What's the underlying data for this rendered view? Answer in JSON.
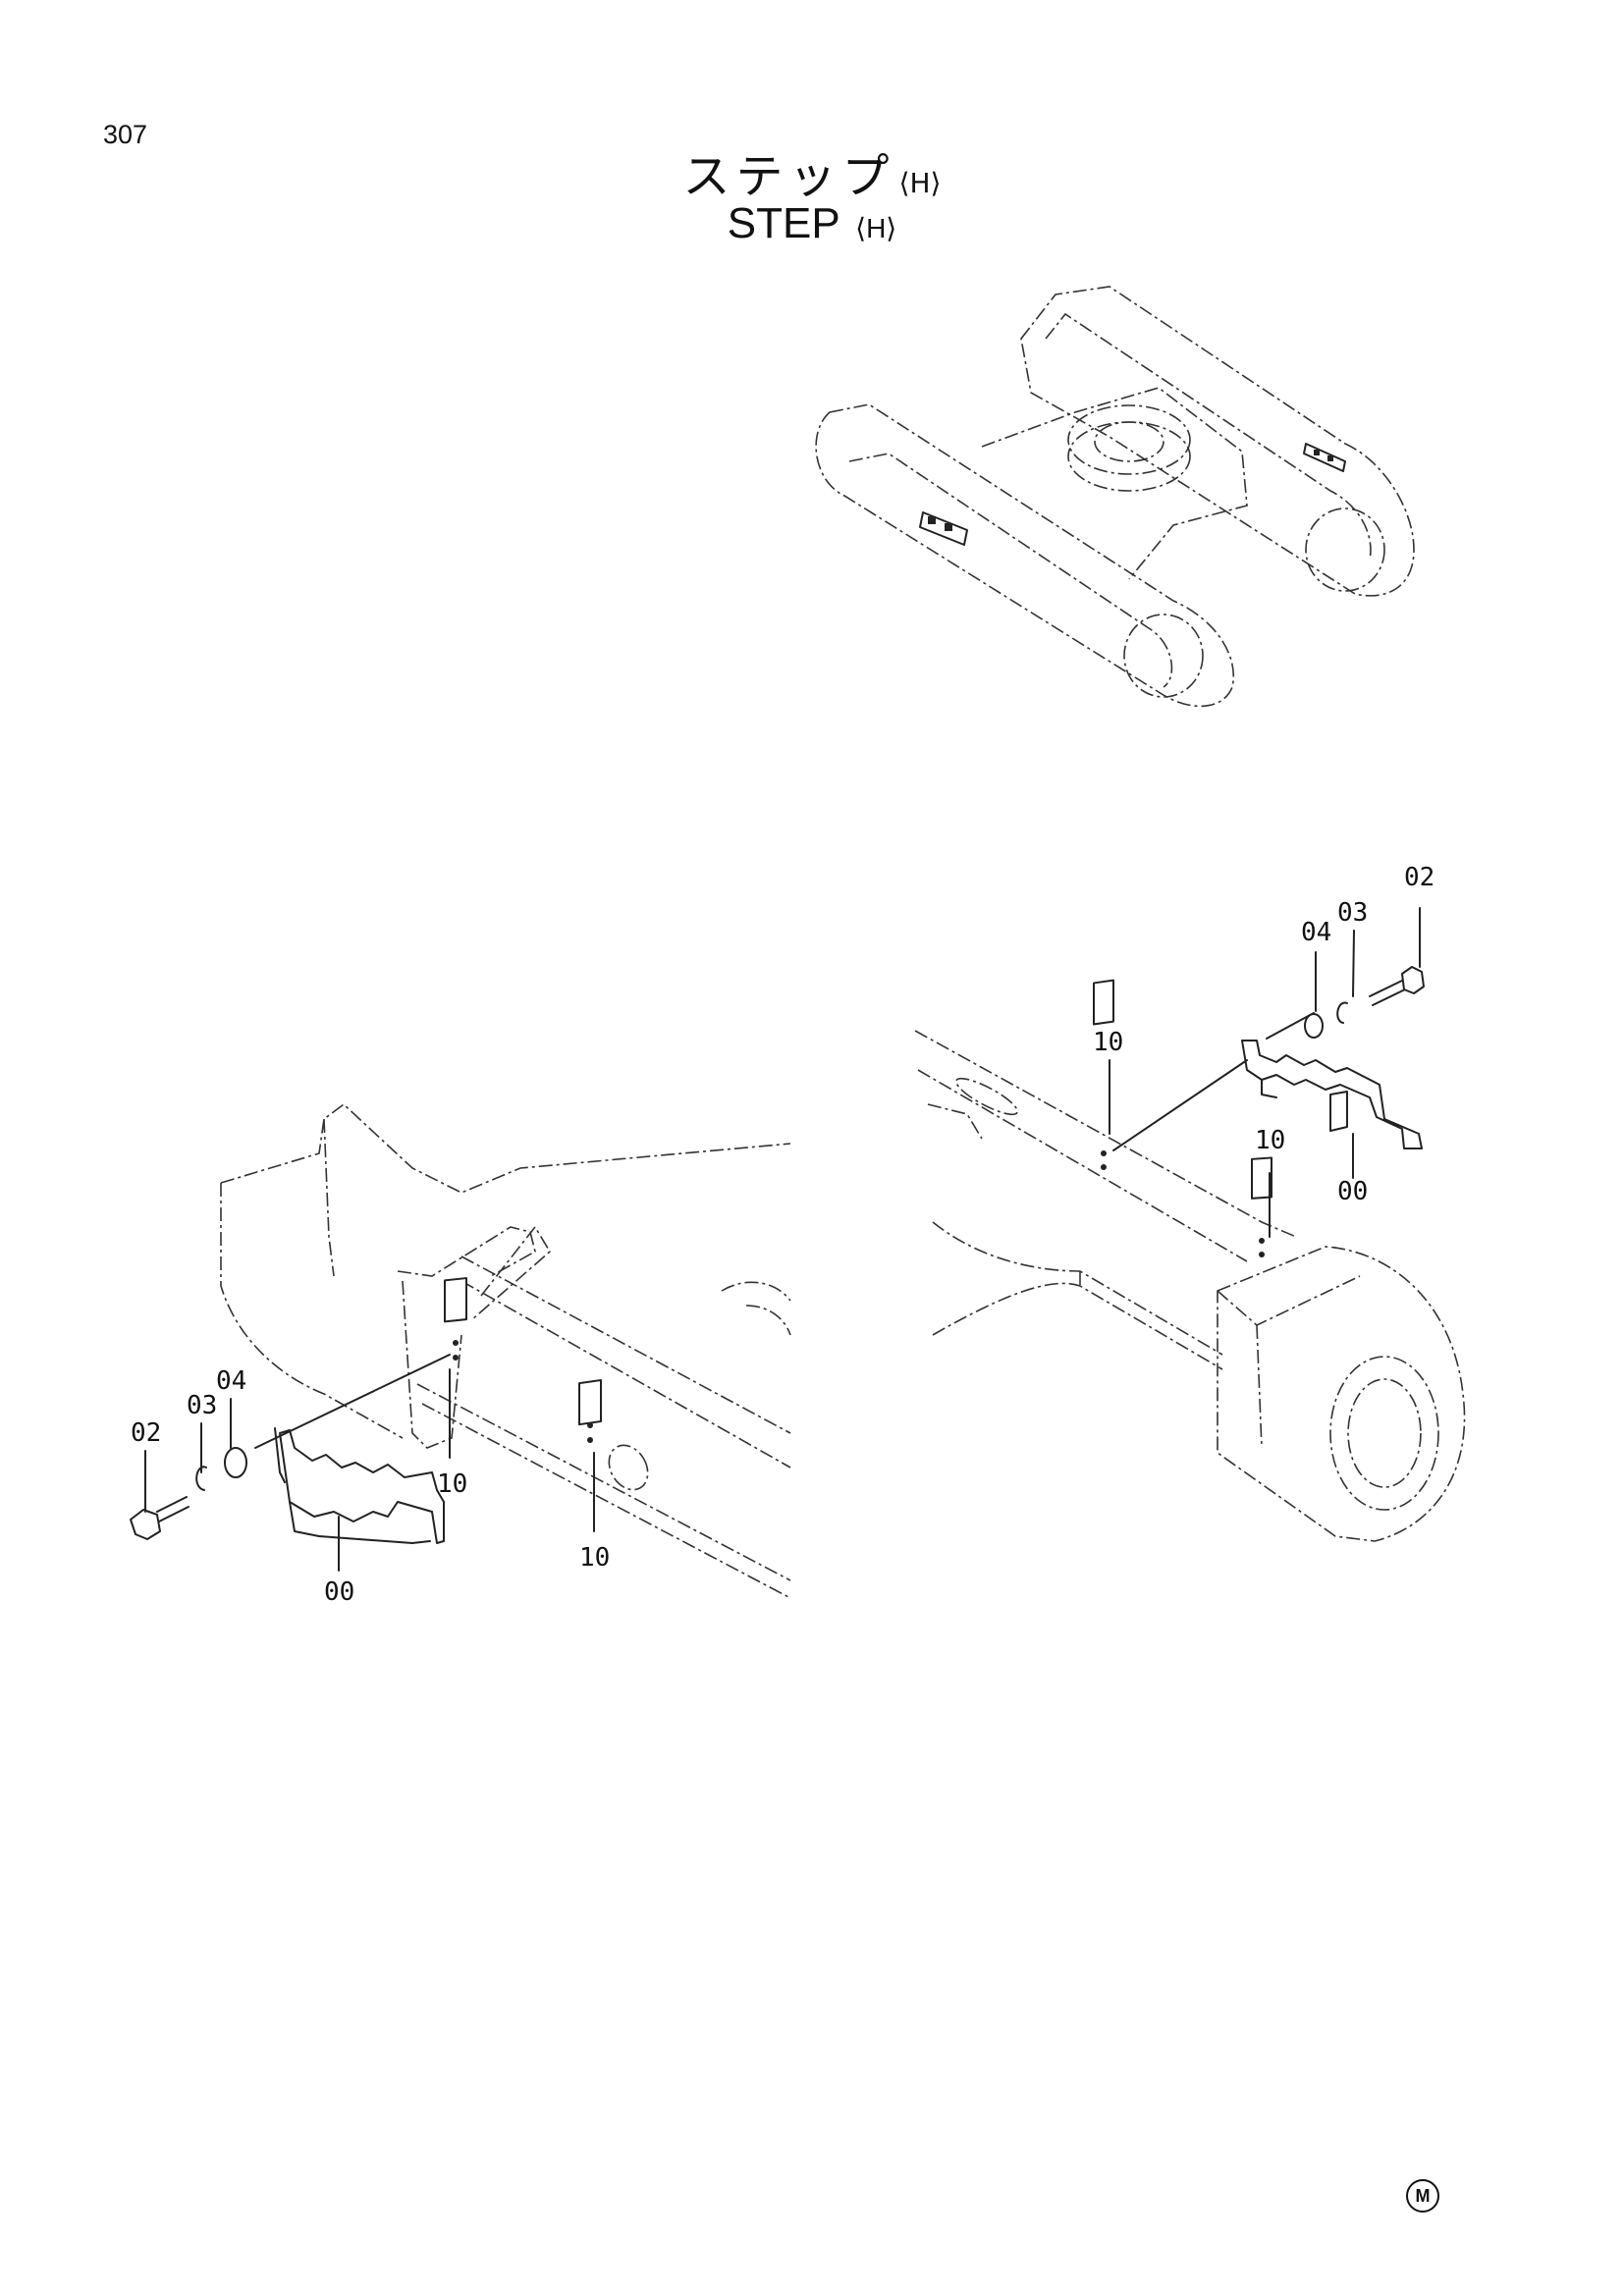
{
  "page": {
    "number": "307"
  },
  "title": {
    "jp": "ステップ",
    "en": "STEP",
    "variant": "⟨H⟩"
  },
  "callouts": {
    "right": {
      "bolt": "02",
      "lockwasher": "03",
      "washer": "04",
      "step": "00",
      "plate_a": "10",
      "plate_b": "10"
    },
    "left": {
      "bolt": "02",
      "lockwasher": "03",
      "washer": "04",
      "step": "00",
      "plate_a": "10",
      "plate_b": "10"
    }
  },
  "footer": {
    "mark": "M"
  }
}
